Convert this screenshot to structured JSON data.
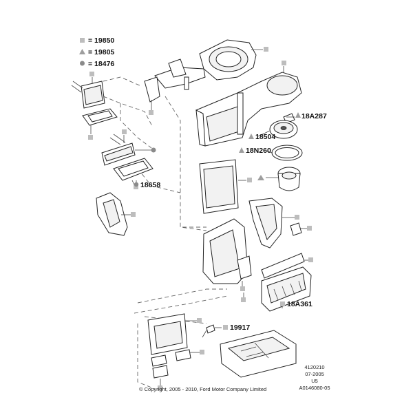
{
  "legend": [
    {
      "symbol": "square",
      "text": "= 19850"
    },
    {
      "symbol": "triangle",
      "text": "= 19805"
    },
    {
      "symbol": "circle",
      "text": "= 18476"
    }
  ],
  "callouts": {
    "c1": "18A287",
    "c2": "18504",
    "c3": "18N260",
    "c4": "18658",
    "c5": "19917",
    "c6": "18A361"
  },
  "info": {
    "line1": "4120210",
    "line2": "07-2005",
    "line3": "U5",
    "line4": "A0146080-05"
  },
  "copyright": "© Copyright, 2005 - 2010, Ford Motor Company Limited",
  "colors": {
    "line": "#222222",
    "marker": "#bdbdbd",
    "background": "#ffffff"
  }
}
